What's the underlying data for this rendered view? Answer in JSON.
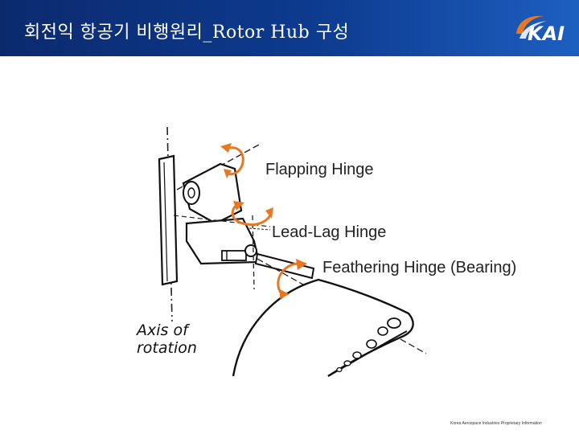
{
  "header": {
    "title": "회전익 항공기 비행원리_Rotor Hub 구성",
    "logo_text": "KAI",
    "colors": {
      "bar_dark": "#0b2a6e",
      "bar_light": "#1d5fc0",
      "accent": "#e87722"
    }
  },
  "diagram": {
    "labels": {
      "flapping": "Flapping Hinge",
      "lead_lag": "Lead-Lag Hinge",
      "feathering": "Feathering Hinge (Bearing)",
      "axis_line1": "Axis of",
      "axis_line2": "rotation"
    },
    "icons": [
      "flapping-rotation-arrow-icon",
      "lead-lag-rotation-arrow-icon",
      "feathering-rotation-arrow-icon"
    ]
  },
  "footer": {
    "text": "Korea Aerospace Industries Proprietary Information"
  }
}
